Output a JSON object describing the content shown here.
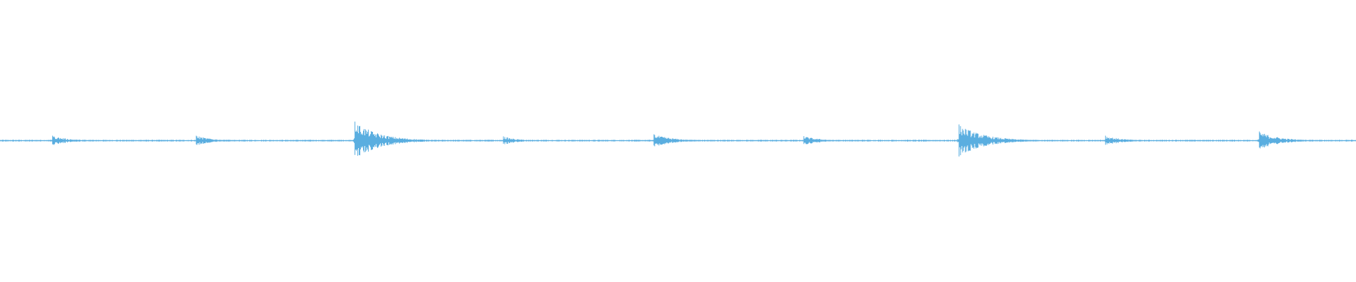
{
  "waveform": {
    "color": "#5aaee0",
    "background": "#ffffff",
    "baseline_level": 0.0,
    "transients": [
      {
        "time": 0.0385,
        "peak": 0.035,
        "decay": 0.012
      },
      {
        "time": 0.1445,
        "peak": 0.035,
        "decay": 0.012
      },
      {
        "time": 0.2615,
        "peak": 0.135,
        "decay": 0.018
      },
      {
        "time": 0.371,
        "peak": 0.03,
        "decay": 0.01
      },
      {
        "time": 0.482,
        "peak": 0.045,
        "decay": 0.014
      },
      {
        "time": 0.5925,
        "peak": 0.032,
        "decay": 0.012
      },
      {
        "time": 0.707,
        "peak": 0.115,
        "decay": 0.018
      },
      {
        "time": 0.815,
        "peak": 0.035,
        "decay": 0.012
      },
      {
        "time": 0.9285,
        "peak": 0.065,
        "decay": 0.014
      }
    ]
  }
}
